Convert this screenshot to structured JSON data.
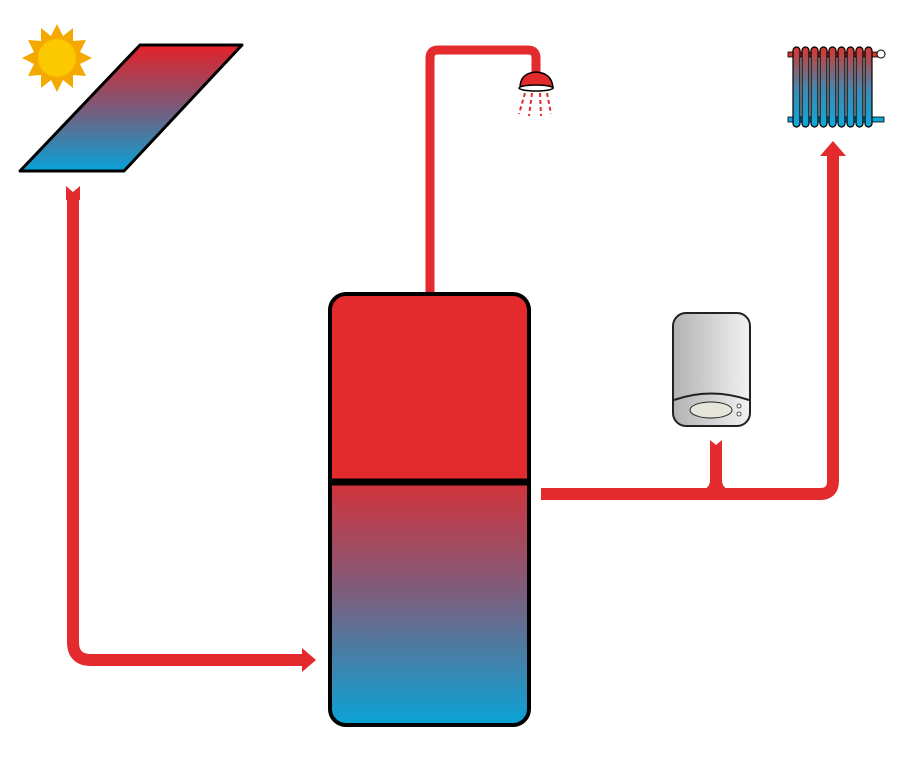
{
  "diagram": {
    "components": [
      {
        "id": "sun",
        "icon": "sun-icon"
      },
      {
        "id": "solar-collector",
        "icon": "solar-panel-icon"
      },
      {
        "id": "storage-tank",
        "icon": "hot-water-tank-icon"
      },
      {
        "id": "shower",
        "icon": "shower-icon"
      },
      {
        "id": "boiler",
        "icon": "wall-boiler-icon"
      },
      {
        "id": "radiator",
        "icon": "radiator-icon"
      }
    ],
    "flows": [
      {
        "from": "solar-collector",
        "to": "storage-tank"
      },
      {
        "from": "storage-tank",
        "to": "shower"
      },
      {
        "from": "storage-tank",
        "to": "radiator"
      },
      {
        "from": "boiler",
        "to": "radiator"
      }
    ]
  },
  "colors": {
    "hot": "#e32b2e",
    "cold": "#0aa3d6",
    "outline": "#000000",
    "sun_outer": "#f4a900",
    "sun_inner": "#fcc800",
    "boiler_light": "#eeeeee",
    "boiler_dark": "#b4b4b4"
  }
}
